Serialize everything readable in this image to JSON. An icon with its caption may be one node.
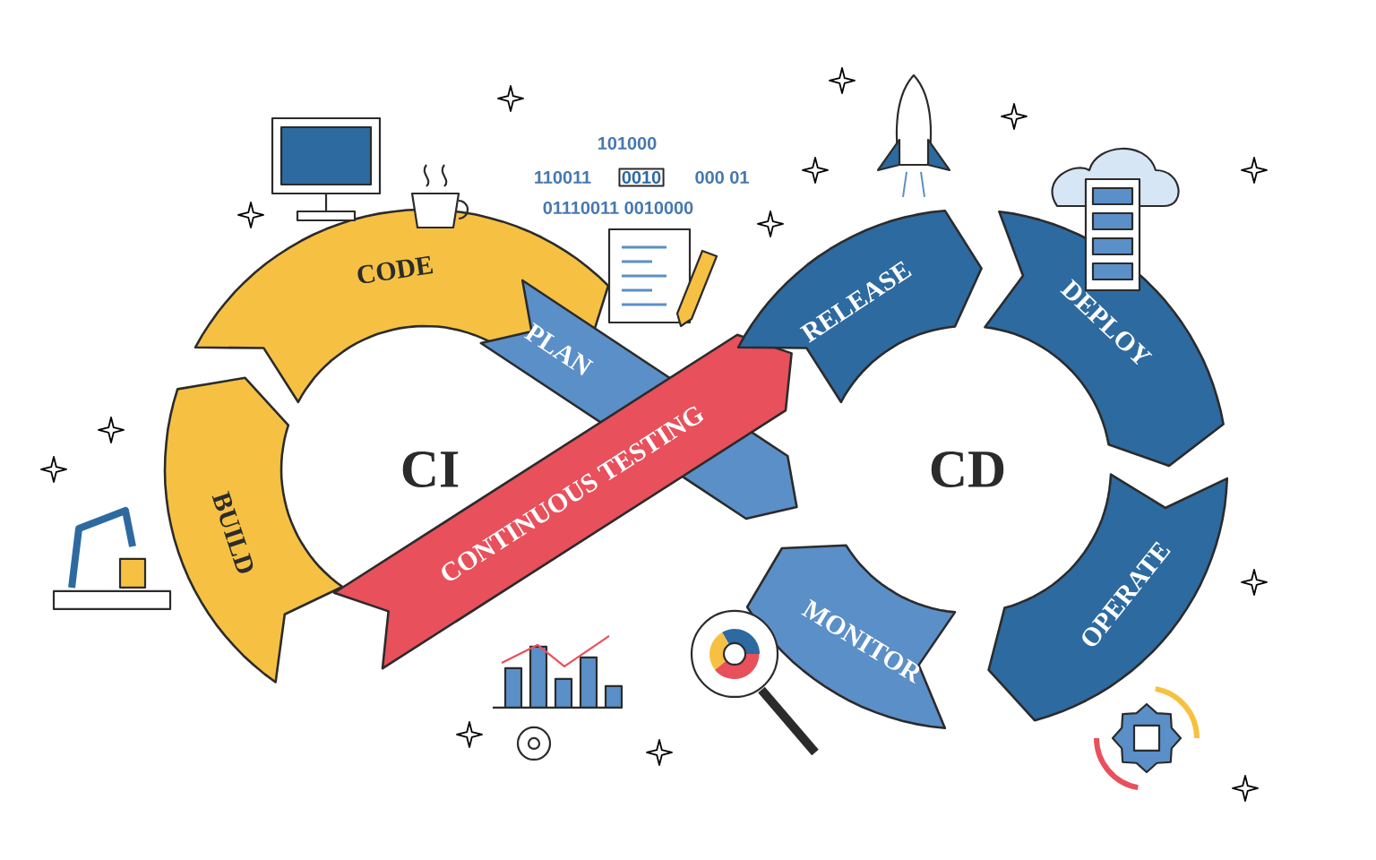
{
  "diagram": {
    "nodes": [
      {
        "text": [
          "BUILD"
        ]
      },
      {
        "text": [
          "CODE"
        ]
      },
      {
        "text": [
          "PLAN"
        ]
      },
      {
        "text": [
          "CONTINUOUS TESTING"
        ]
      },
      {
        "text": [
          "RELEASE"
        ]
      },
      {
        "text": [
          "DEPLOY"
        ]
      },
      {
        "text": [
          "OPERATE"
        ]
      },
      {
        "text": [
          "MONITOR"
        ]
      }
    ],
    "labels": [
      "101000",
      "110011",
      "0010",
      "000 01",
      "01110011 0010000",
      "CI",
      "CD"
    ]
  }
}
